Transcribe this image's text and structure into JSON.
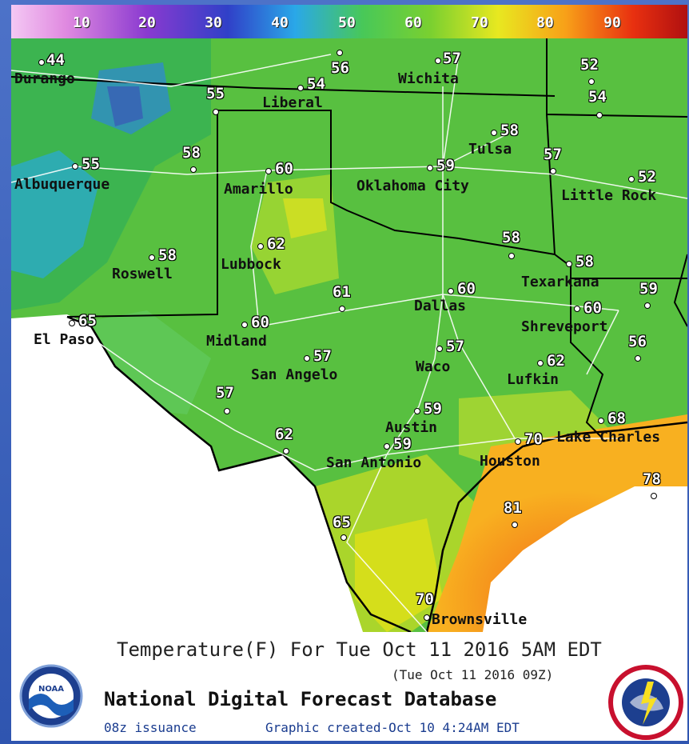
{
  "color_scale": {
    "ticks": [
      "10",
      "20",
      "30",
      "40",
      "50",
      "60",
      "70",
      "80",
      "90"
    ]
  },
  "cities": [
    {
      "name": "Durango",
      "value": "44"
    },
    {
      "name": "",
      "value": "56"
    },
    {
      "name": "Wichita",
      "value": "57"
    },
    {
      "name": "",
      "value": "52"
    },
    {
      "name": "Liberal",
      "value": "54"
    },
    {
      "name": "",
      "value": "55"
    },
    {
      "name": "",
      "value": "54"
    },
    {
      "name": "Tulsa",
      "value": "58"
    },
    {
      "name": "",
      "value": "58"
    },
    {
      "name": "Albuquerque",
      "value": "55"
    },
    {
      "name": "Amarillo",
      "value": "60"
    },
    {
      "name": "Oklahoma City",
      "value": "59"
    },
    {
      "name": "",
      "value": "57"
    },
    {
      "name": "Little Rock",
      "value": "52"
    },
    {
      "name": "Lubbock",
      "value": "62"
    },
    {
      "name": "Roswell",
      "value": "58"
    },
    {
      "name": "",
      "value": "58"
    },
    {
      "name": "Texarkana",
      "value": "58"
    },
    {
      "name": "Dallas",
      "value": "60"
    },
    {
      "name": "",
      "value": "61"
    },
    {
      "name": "",
      "value": "59"
    },
    {
      "name": "El Paso",
      "value": "65"
    },
    {
      "name": "Midland",
      "value": "60"
    },
    {
      "name": "Shreveport",
      "value": "60"
    },
    {
      "name": "",
      "value": "56"
    },
    {
      "name": "San Angelo",
      "value": "57"
    },
    {
      "name": "Waco",
      "value": "57"
    },
    {
      "name": "Lufkin",
      "value": "62"
    },
    {
      "name": "",
      "value": "57"
    },
    {
      "name": "Austin",
      "value": "59"
    },
    {
      "name": "",
      "value": "62"
    },
    {
      "name": "San Antonio",
      "value": "59"
    },
    {
      "name": "Houston",
      "value": "70"
    },
    {
      "name": "Lake Charles",
      "value": "68"
    },
    {
      "name": "",
      "value": "78"
    },
    {
      "name": "",
      "value": "81"
    },
    {
      "name": "",
      "value": "65"
    },
    {
      "name": "Brownsville",
      "value": "70"
    }
  ],
  "footer": {
    "title": "Temperature(F) For Tue Oct 11 2016   5AM EDT",
    "subtime": "(Tue Oct 11 2016 09Z)",
    "database": "National Digital Forecast Database",
    "issuance": "08z issuance",
    "created": "Graphic created-Oct 10  4:24AM EDT",
    "noaa_logo_text": "NOAA"
  }
}
